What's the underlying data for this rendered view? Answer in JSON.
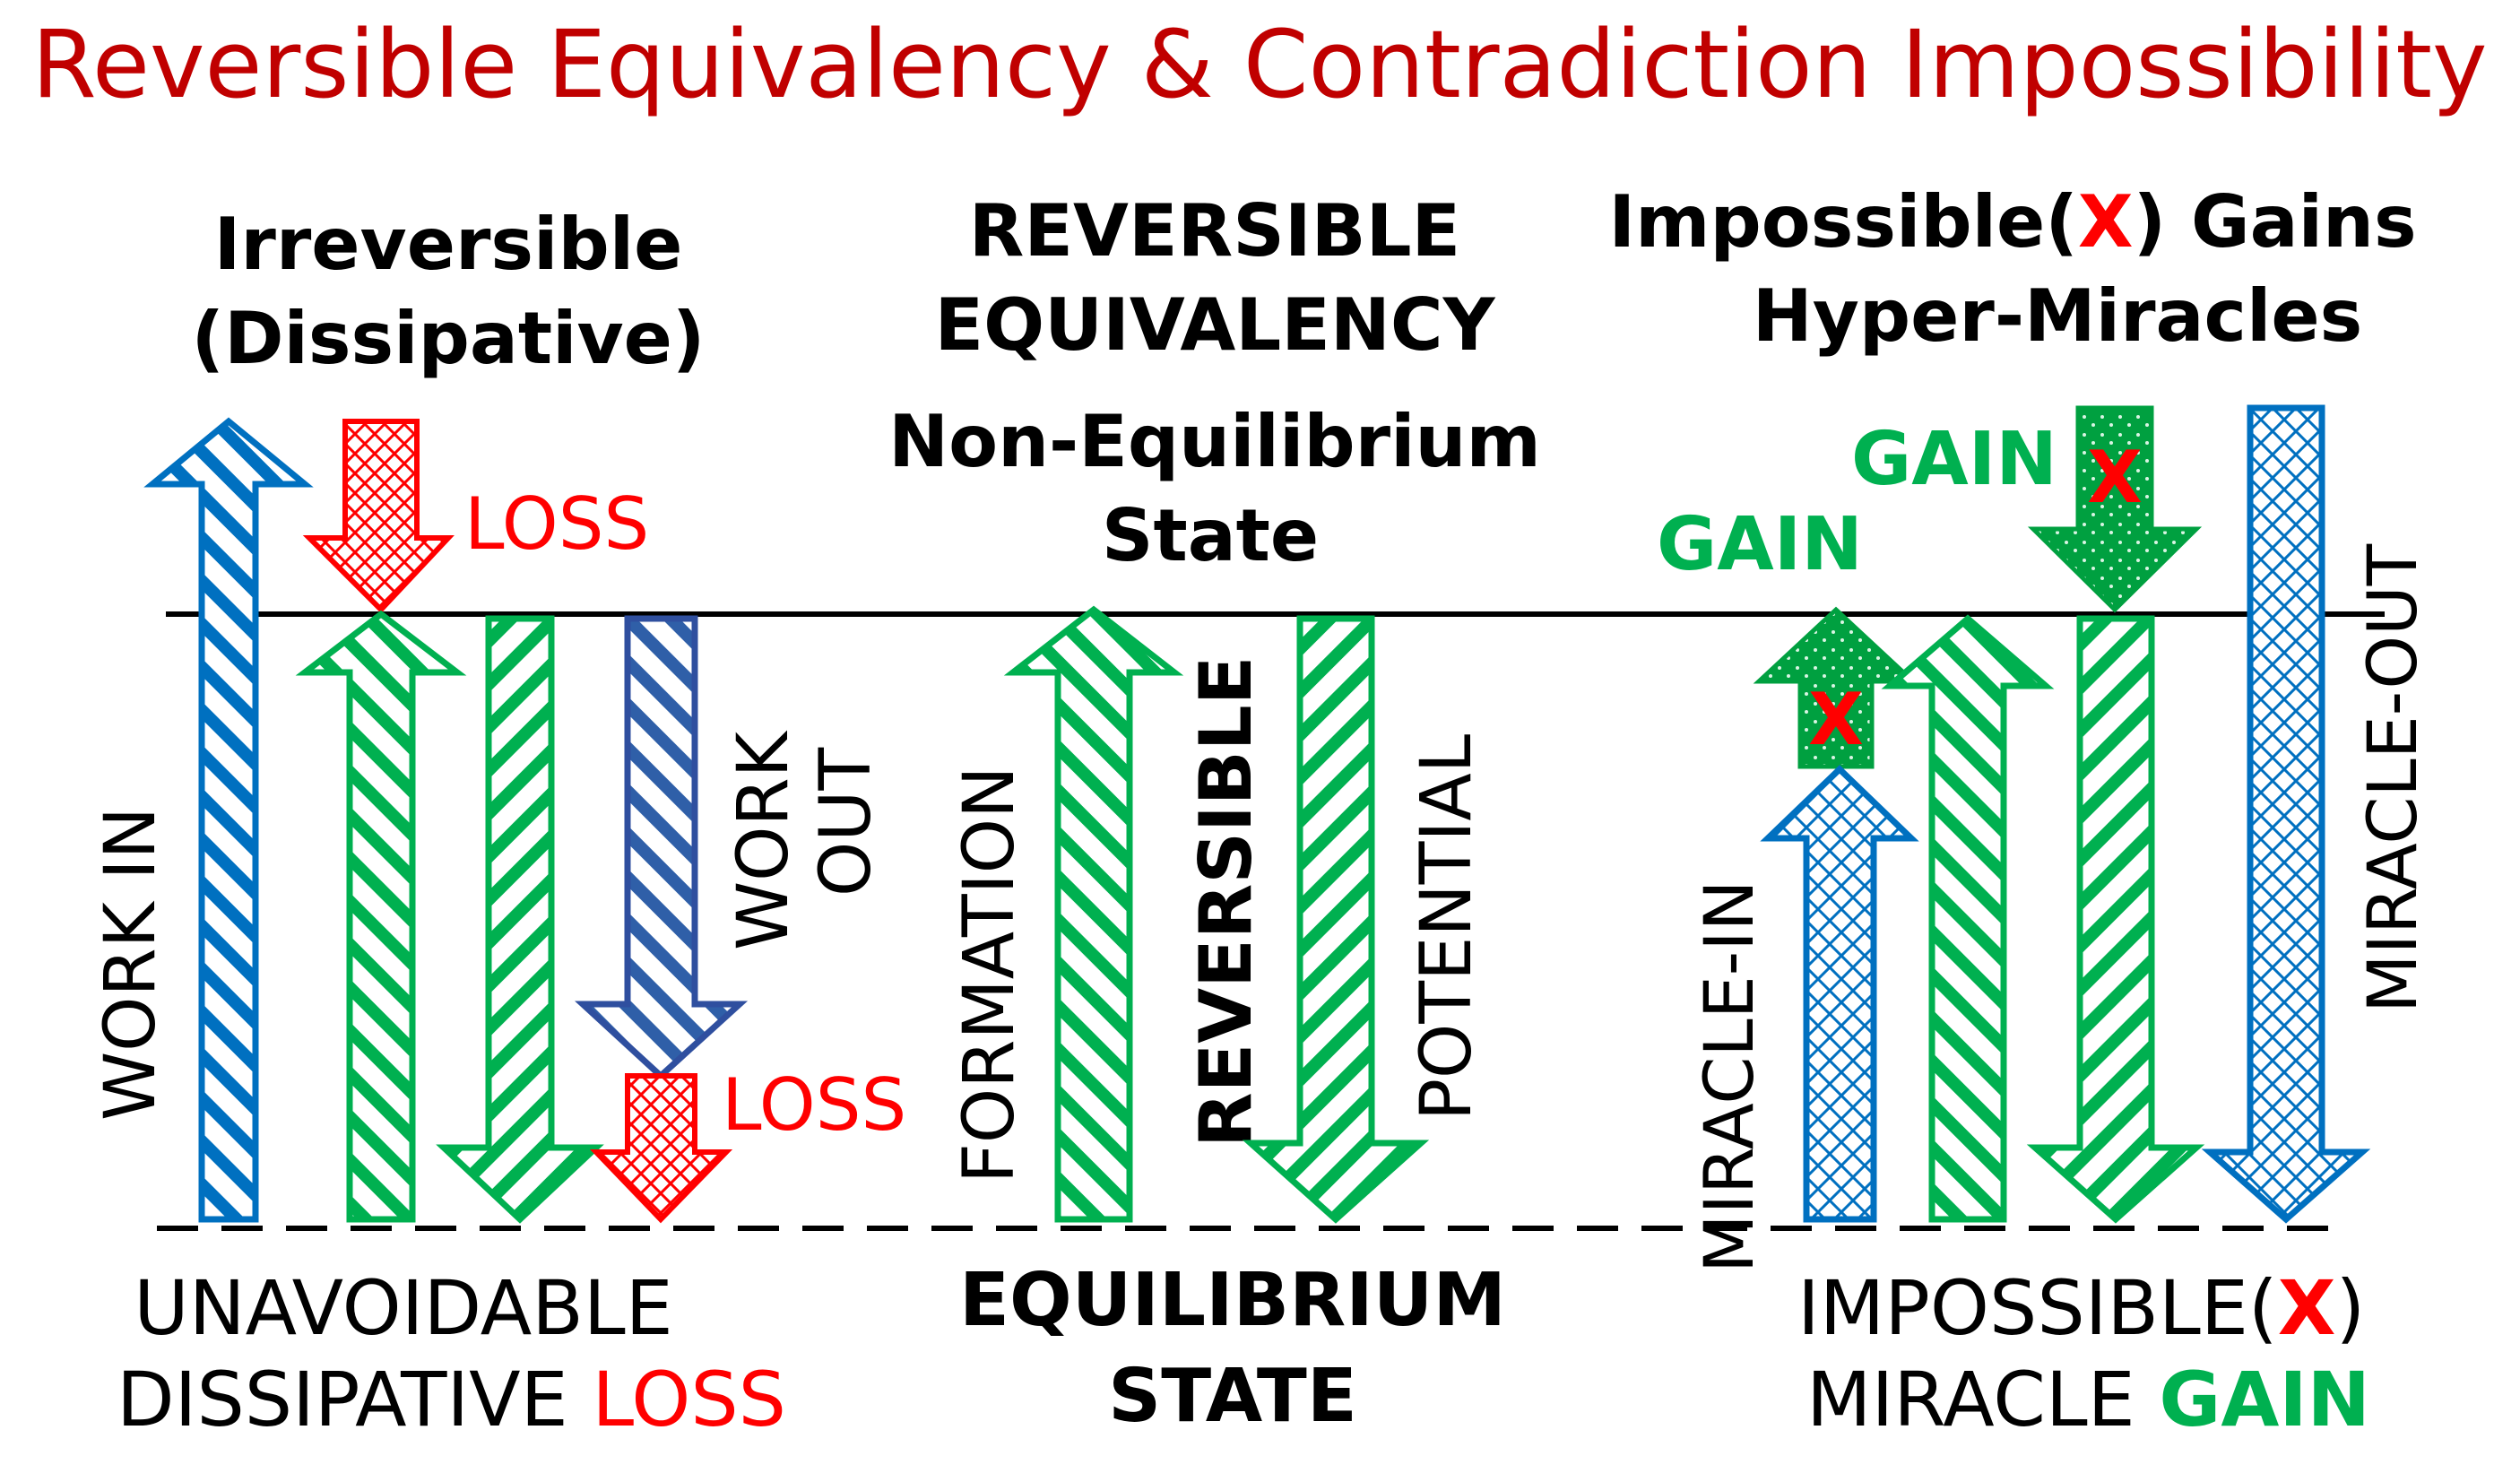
{
  "title": "Reversible Equivalency & Contradiction Impossibility",
  "colors": {
    "title": "#c00000",
    "black": "#000000",
    "blue": "#0070c0",
    "dark_blue": "#2f4f9f",
    "green": "#00b050",
    "dark_green": "#00a040",
    "red": "#ff0000"
  },
  "left": {
    "heading_line1": "Irreversible",
    "heading_line2": "(Dissipative)",
    "loss_top": "LOSS",
    "loss_bottom": "LOSS",
    "work_in": "WORK IN",
    "work_out_line1": "WORK",
    "work_out_line2": "OUT",
    "footer_line1": "UNAVOIDABLE",
    "footer_line2_prefix": "DISSIPATIVE ",
    "footer_line2_loss": "LOSS"
  },
  "middle": {
    "heading_line1": "REVERSIBLE",
    "heading_line2": "EQUIVALENCY",
    "state_line1": "Non-Equilibrium",
    "state_line2": "State",
    "formation": "FORMATION",
    "reversible": "REVERSIBLE",
    "potential": "POTENTIAL",
    "footer_line1": "EQUILIBRIUM",
    "footer_line2": "STATE"
  },
  "right": {
    "heading_line1_prefix": "Impossible(",
    "heading_line1_x": "X",
    "heading_line1_suffix": ") Gains",
    "heading_line2": "Hyper-Miracles",
    "gain_top": "GAIN",
    "gain_left": "GAIN",
    "x_mark": "X",
    "miracle_in": "MIRACLE-IN",
    "miracle_out": "MIRACLE-OUT",
    "footer_line1_prefix": "IMPOSSIBLE(",
    "footer_line1_x": "X",
    "footer_line1_suffix": ")",
    "footer_line2_prefix": "MIRACLE ",
    "footer_line2_gain": "GAIN"
  }
}
